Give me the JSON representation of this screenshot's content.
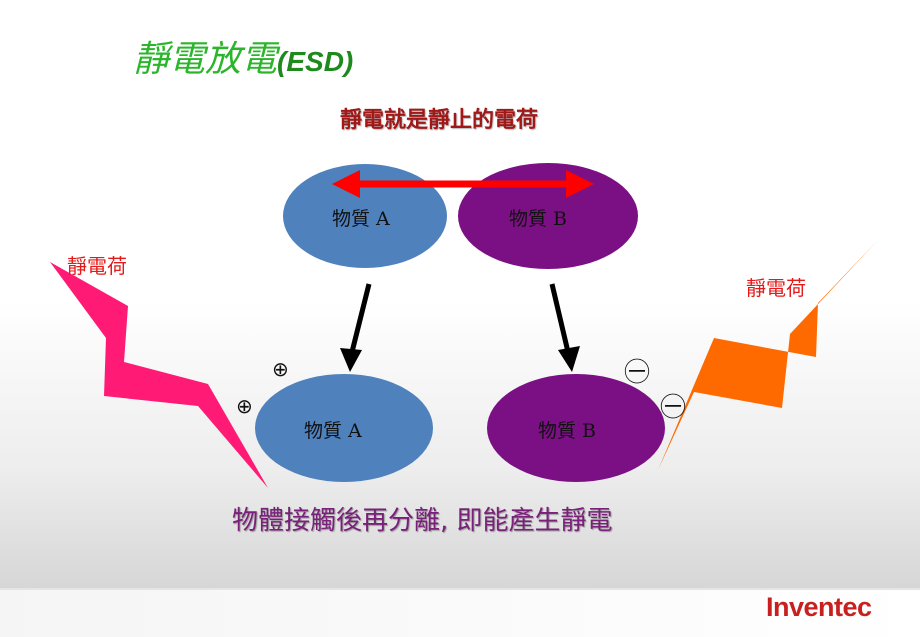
{
  "slide": {
    "title_cn": "靜電放電",
    "title_en": "(ESD)",
    "subtitle": "靜電就是靜止的電荷",
    "caption": "物體接觸後再分離, 即能產生靜電",
    "logo": "Inventec"
  },
  "labels": {
    "left_charge": "靜電荷",
    "right_charge": "靜電荷"
  },
  "nodes": {
    "top_a": "物質 A",
    "top_b": "物質 B",
    "bottom_a": "物質 A",
    "bottom_b": "物質 B"
  },
  "symbols": {
    "plus_1": "⊕",
    "plus_2": "⊕",
    "neg_1": "㊀",
    "neg_2": "㊀"
  },
  "colors": {
    "title_green": "#2bb52b",
    "subtitle_red": "#a01818",
    "node_a_blue": "#4f81bd",
    "node_b_purple": "#7b0f84",
    "arrow_red": "#ff0000",
    "bolt_pink": "#ff1a75",
    "bolt_orange": "#ff6a00",
    "caption_purple": "#7a1f7a",
    "logo_red": "#c8201f"
  }
}
